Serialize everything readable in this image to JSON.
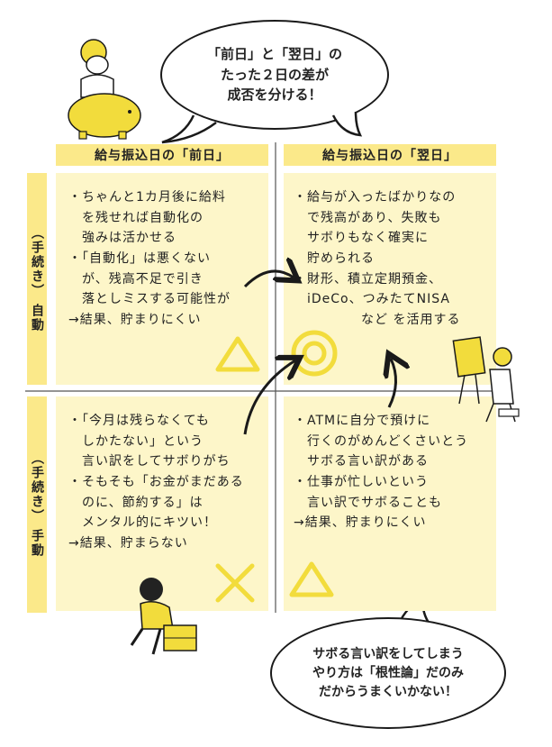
{
  "top_bubble": {
    "text": "「前日」と「翌日」の\nたった２日の差が\n成否を分ける！"
  },
  "bottom_bubble": {
    "text": "サボる言い訳をしてしまう\nやり方は「根性論」だのみ\nだからうまくいかない！"
  },
  "columns": [
    "給与振込日の「前日」",
    "給与振込日の「翌日」"
  ],
  "rows": [
    {
      "sub": "（手続き）",
      "main": "自動"
    },
    {
      "sub": "（手続き）",
      "main": "手動"
    }
  ],
  "cells": {
    "before_auto": "・ちゃんと1カ月後に給料\n　を残せれば自動化の\n　強みは活かせる\n・「自動化」は悪くない\n　が、残高不足で引き\n　落としミスする可能性が\n→結果、貯まりにくい",
    "after_auto": "・給与が入ったばかりなの\n　で残高があり、失敗も\n　サボりもなく確実に\n　貯められる\n・財形、積立定期預金、\n　iDeCo、つみたてNISA\n　　　　　など を活用する",
    "before_manual": "・「今月は残らなくても\n　しかたない」という\n　言い訳をしてサボりがち\n・そもそも「お金がまだある\n　のに、節約する」は\n　メンタル的にキツい！\n→結果、貯まらない",
    "after_manual": "・ATMに自分で預けに\n　行くのがめんどくさいとう\n　サボる言い訳がある\n・仕事が忙しいという\n　言い訳でサボることも\n→結果、貯まりにくい"
  },
  "ratings": {
    "before_auto": "triangle",
    "after_auto": "double-circle",
    "before_manual": "cross",
    "after_manual": "triangle"
  },
  "colors": {
    "accent": "#fbe98a",
    "cell": "#fdf6c9",
    "symbol": "#f2dc3c",
    "ink": "#1a1a1a"
  }
}
